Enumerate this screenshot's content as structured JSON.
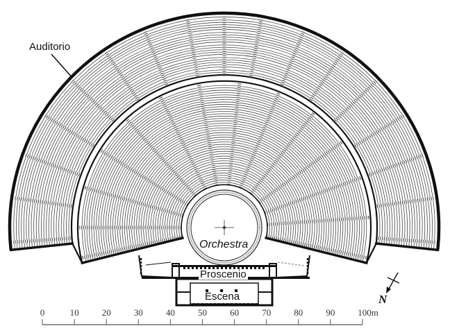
{
  "diagram": {
    "type": "architectural-plan",
    "subject": "Greek theatre plan",
    "labels": {
      "auditorium": "Auditorio",
      "orchestra": "Orchestra",
      "proscenium": "Proscenio",
      "stage": "Escena"
    },
    "north_arrow": {
      "label": "N"
    },
    "scale_bar": {
      "ticks": [
        "0",
        "10",
        "20",
        "30",
        "40",
        "50",
        "60",
        "70",
        "80",
        "90",
        "100m"
      ],
      "unit": "m",
      "max": 100
    }
  }
}
